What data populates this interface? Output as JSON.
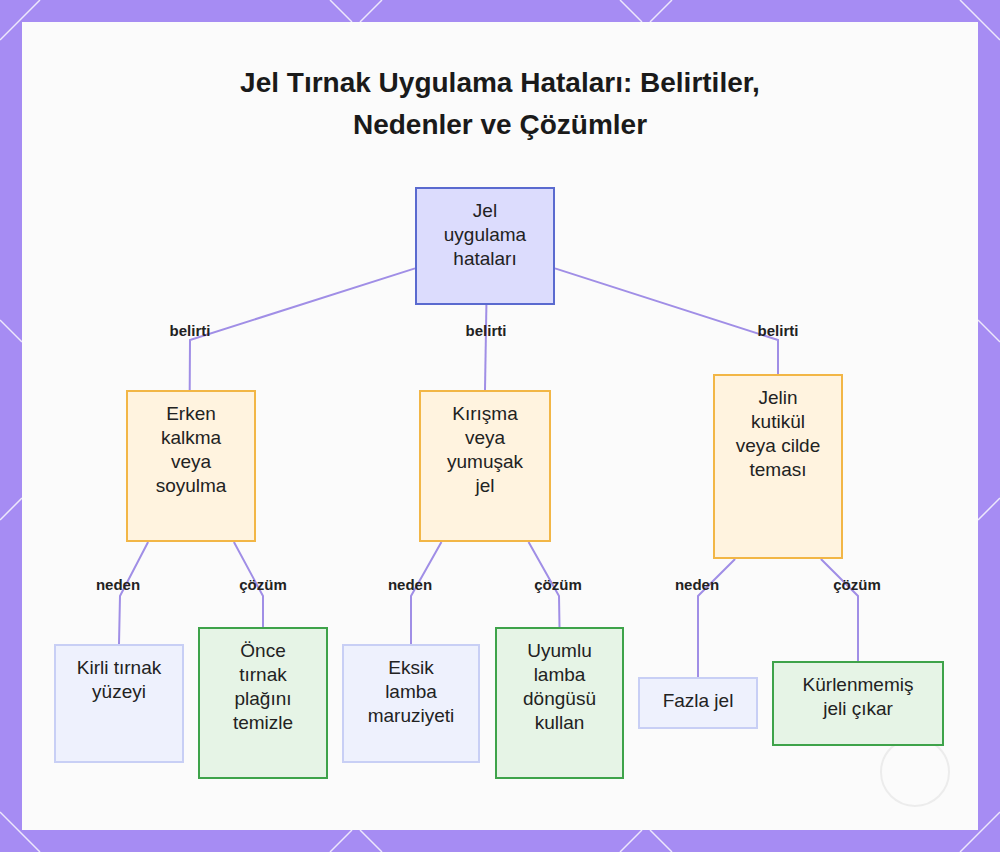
{
  "diagram": {
    "title": "Jel Tırnak Uygulama Hataları: Belirtiler, Nedenler ve Çözümler",
    "nodes": [
      {
        "text": [
          "Jel uygulama hataları"
        ]
      },
      {
        "text": [
          "Erken kalkma veya soyulma"
        ]
      },
      {
        "text": [
          "Kirli tırnak yüzeyi"
        ]
      },
      {
        "text": [
          "Önce tırnak plağını temizle"
        ]
      },
      {
        "text": [
          "Kırışma veya yumuşak jel"
        ]
      },
      {
        "text": [
          "Eksik lamba maruziyeti"
        ]
      },
      {
        "text": [
          "Uyumlu lamba döngüsü kullan"
        ]
      },
      {
        "text": [
          "Jelin kutikül veya cilde teması"
        ]
      },
      {
        "text": [
          "Fazla jel"
        ]
      },
      {
        "text": [
          "Kürlenmemiş jeli çıkar"
        ]
      }
    ],
    "edges": [
      {
        "from": 0,
        "to": 1,
        "label": "belirti",
        "arrow": "none"
      },
      {
        "from": 0,
        "to": 4,
        "label": "belirti",
        "arrow": "none"
      },
      {
        "from": 0,
        "to": 7,
        "label": "belirti",
        "arrow": "none"
      },
      {
        "from": 1,
        "to": 2,
        "label": "neden",
        "arrow": "none"
      },
      {
        "from": 1,
        "to": 3,
        "label": "çözüm",
        "arrow": "none"
      },
      {
        "from": 4,
        "to": 5,
        "label": "neden",
        "arrow": "none"
      },
      {
        "from": 4,
        "to": 6,
        "label": "çözüm",
        "arrow": "none"
      },
      {
        "from": 7,
        "to": 8,
        "label": "neden",
        "arrow": "none"
      },
      {
        "from": 7,
        "to": 9,
        "label": "çözüm",
        "arrow": "none"
      }
    ]
  }
}
